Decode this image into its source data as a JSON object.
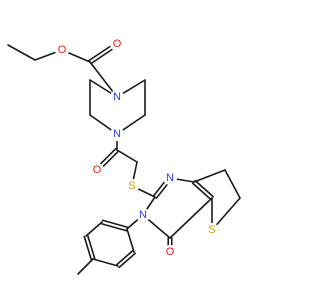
{
  "molecule": {
    "atoms": {
      "O_ester": {
        "label": "O",
        "color": "#e0211b"
      },
      "O_carbonyl_top": {
        "label": "O",
        "color": "#e0211b"
      },
      "N_pip_top": {
        "label": "N",
        "color": "#2a3fe0"
      },
      "N_pip_bottom": {
        "label": "N",
        "color": "#2a3fe0"
      },
      "O_amide": {
        "label": "O",
        "color": "#e0211b"
      },
      "S_thioether": {
        "label": "S",
        "color": "#c9a400"
      },
      "N_pyr_1": {
        "label": "N",
        "color": "#2a3fe0"
      },
      "N_pyr_3": {
        "label": "N",
        "color": "#2a3fe0"
      },
      "S_thiophene": {
        "label": "S",
        "color": "#c9a400"
      },
      "O_pyr": {
        "label": "O",
        "color": "#e0211b"
      }
    },
    "bond_color": "#1a1a1a"
  }
}
